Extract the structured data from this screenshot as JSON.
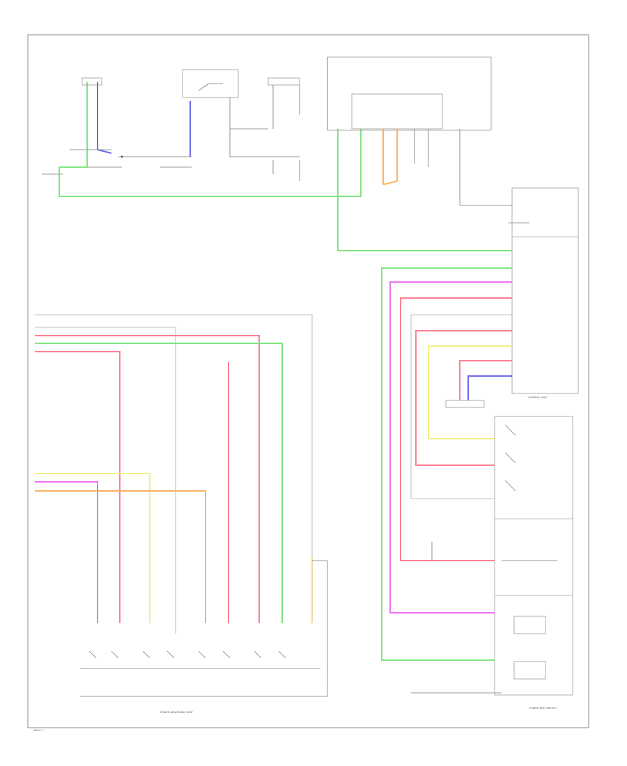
{
  "colors": {
    "green": "#7fe57f",
    "pink": "#f070f0",
    "red": "#ff7f90",
    "orange": "#ffb060",
    "yellow": "#f0f080",
    "tan": "#e8dca0",
    "blue": "#6a6ae8",
    "grey": "#cfcfcf",
    "frame": "#888888"
  },
  "labels": {
    "bottom_main": "POWER ADJUSTABLE SEAT",
    "bottom_right": "POWER SEAT SWITCH",
    "control_unit": "CONTROL UNIT",
    "page_ref": "WD-0-1"
  }
}
